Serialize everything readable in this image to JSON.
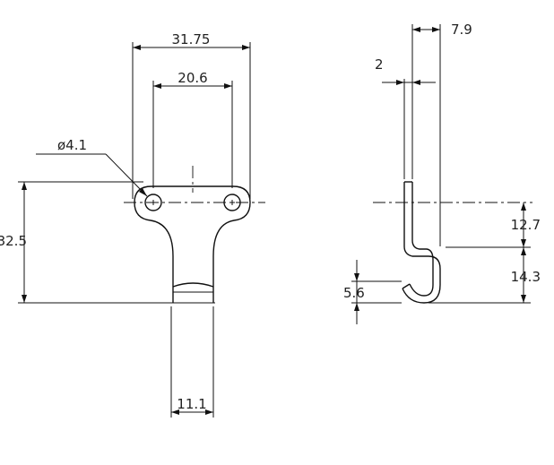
{
  "front_view": {
    "dim_overall_width": "31.75",
    "dim_hole_spacing": "20.6",
    "dim_hole_diameter": "ø4.1",
    "dim_height": "32.5",
    "dim_stem_width": "11.1"
  },
  "side_view": {
    "dim_hook_depth": "7.9",
    "dim_thickness": "2",
    "dim_upper": "12.7",
    "dim_lower": "14.3",
    "dim_lip": "5.6"
  }
}
